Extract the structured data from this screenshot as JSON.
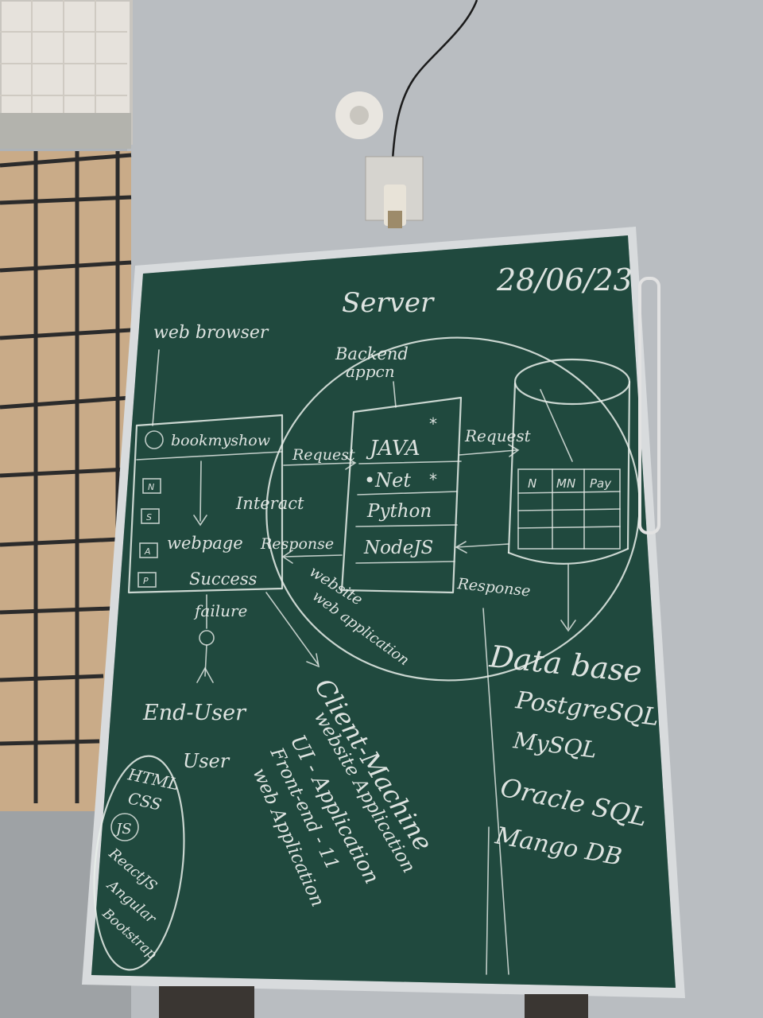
{
  "board": {
    "date": "28/06/23",
    "server": {
      "title": "Server",
      "subtitle_1": "Backend",
      "subtitle_2": "appcn"
    },
    "browser": {
      "label": "web browser",
      "site": "bookmyshow",
      "page": "webpage",
      "status_success": "Success",
      "status_failure": "failure",
      "interact": "Interact"
    },
    "backend": [
      "JAVA",
      "•Net",
      "Python",
      "NodeJS"
    ],
    "labels": {
      "request_left": "Request",
      "response_left": "Response",
      "request_right": "Request",
      "response_right": "Response",
      "website_arrow": "website",
      "web_application_arrow": "web application"
    },
    "table_headers": [
      "N",
      "MN",
      "Pay"
    ],
    "database": {
      "title": "Data base",
      "items": [
        "PostgreSQL",
        "MySQL",
        "Oracle SQL",
        "Mango DB"
      ]
    },
    "end_user": {
      "label": "End-User",
      "user": "User"
    },
    "client": {
      "title": "Client-Machine",
      "lines": [
        "website Application",
        "UI - Application",
        "Front-end - 11",
        "web Application"
      ]
    },
    "tech_bubble": [
      "HTML",
      "CSS",
      "JS",
      "ReactJS",
      "Angular",
      "Bootstrap"
    ],
    "browser_icons": [
      "N",
      "S",
      "A",
      "P"
    ]
  }
}
